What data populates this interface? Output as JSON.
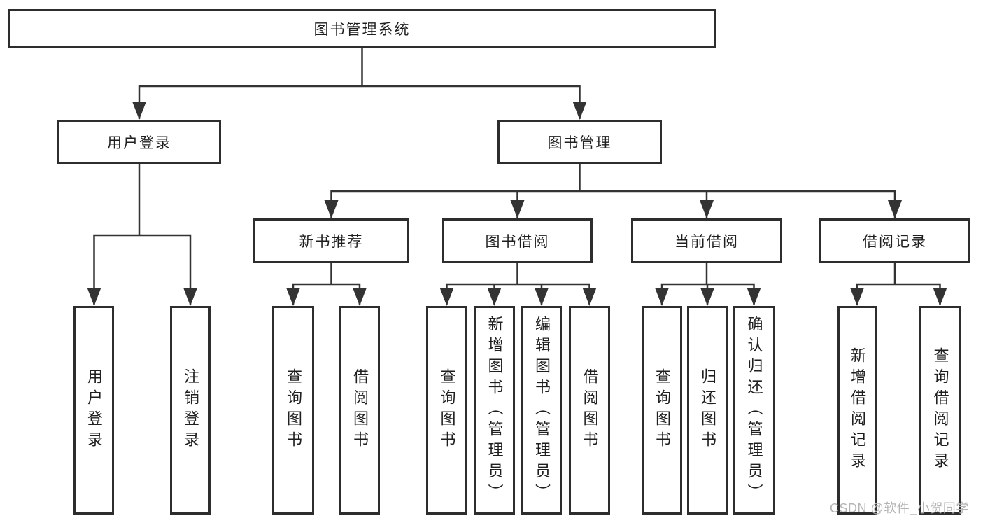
{
  "diagram": {
    "type": "tree",
    "root": {
      "label": "图书管理系统",
      "children": [
        {
          "label": "用户登录",
          "children": [
            {
              "label": "用户登录"
            },
            {
              "label": "注销登录"
            }
          ]
        },
        {
          "label": "图书管理",
          "children": [
            {
              "label": "新书推荐",
              "children": [
                {
                  "label": "查询图书"
                },
                {
                  "label": "借阅图书"
                }
              ]
            },
            {
              "label": "图书借阅",
              "children": [
                {
                  "label": "查询图书"
                },
                {
                  "label": "新增图书（管理员）"
                },
                {
                  "label": "编辑图书（管理员）"
                },
                {
                  "label": "借阅图书"
                }
              ]
            },
            {
              "label": "当前借阅",
              "children": [
                {
                  "label": "查询图书"
                },
                {
                  "label": "归还图书"
                },
                {
                  "label": "确认归还（管理员）"
                }
              ]
            },
            {
              "label": "借阅记录",
              "children": [
                {
                  "label": "新增借阅记录"
                },
                {
                  "label": "查询借阅记录"
                }
              ]
            }
          ]
        }
      ]
    },
    "colors": {
      "line": "#333333",
      "box_border": "#2d2d2d",
      "text": "#1f1f1f",
      "background": "#ffffff",
      "watermark": "#b4b4b4"
    }
  },
  "watermark": {
    "text": "CSDN @软件_小贺同学"
  }
}
